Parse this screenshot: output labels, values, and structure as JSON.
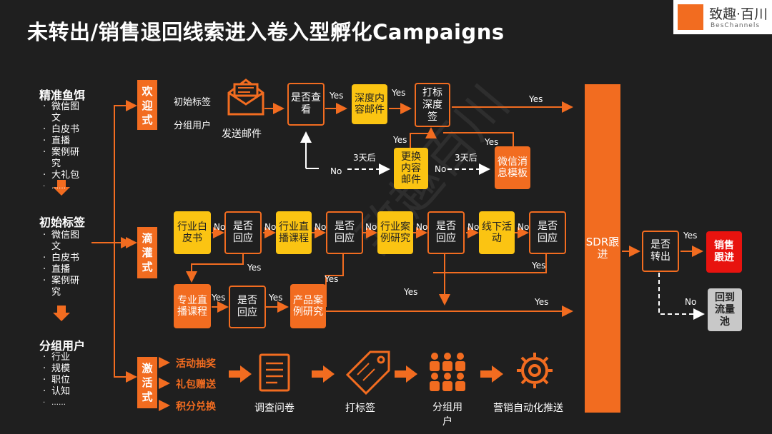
{
  "title": "未转出/销售退回线索进入卷入型孵化Campaigns",
  "logo": {
    "name": "致趣·百川",
    "sub": "BesChannels"
  },
  "left": {
    "s1_title": "精准鱼饵",
    "s1_items": [
      "微信图文",
      "白皮书",
      "直播",
      "案例研究",
      "大礼包",
      "……"
    ],
    "s2_title": "初始标签",
    "s2_items": [
      "微信图文",
      "白皮书",
      "直播",
      "案例研究"
    ],
    "s3_title": "分组用户",
    "s3_items": [
      "行业",
      "规模",
      "职位",
      "认知",
      "……"
    ]
  },
  "tags": {
    "welcome": "欢迎式",
    "drip": "滴灌式",
    "activate": "激活式"
  },
  "welcome": {
    "lbl_initial": "初始标签",
    "lbl_group": "分组用户",
    "send_email": "发送邮件",
    "seen": "是否查看",
    "deep_content": "深度内容邮件",
    "deep_tag": "打标深度签",
    "replace": "更换内容邮件",
    "wechat": "微信消息模板",
    "yes": "Yes",
    "no": "No",
    "after3": "3天后"
  },
  "drip": {
    "industry_wp": "行业白皮书",
    "industry_live": "行业直播课程",
    "industry_case": "行业案例研究",
    "offline": "线下活动",
    "reply": "是否回应",
    "pro_live": "专业直播课程",
    "product_case": "产品案例研究",
    "yes": "Yes",
    "no": "No"
  },
  "activate": {
    "perks": [
      "活动抽奖",
      "礼包赠送",
      "积分兑换"
    ],
    "survey": "调查问卷",
    "tagging": "打标签",
    "group": "分组用户",
    "automation": "营销自动化推送"
  },
  "right": {
    "sdr": "SDR跟进",
    "converted": "是否转出",
    "sales": "销售跟进",
    "pool": "回到流量池",
    "yes": "Yes",
    "no": "No"
  },
  "watermark": "致趣百川",
  "colors": {
    "orange": "#f26c20",
    "yellow": "#fbc412",
    "red": "#e8130f",
    "gray": "#c8c8c8",
    "bg": "#1f1f1f"
  }
}
